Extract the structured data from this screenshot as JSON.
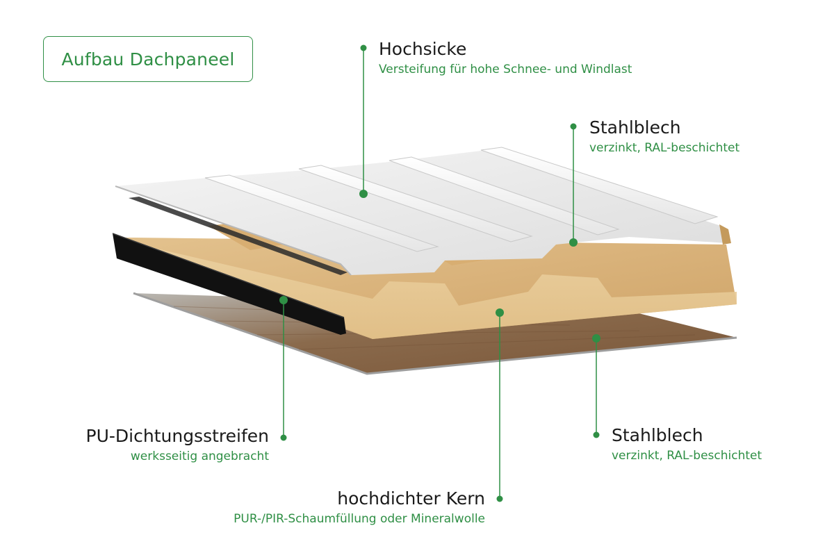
{
  "title": "Aufbau Dachpaneel",
  "accent_color": "#2f8f45",
  "callouts": {
    "hochsicke": {
      "title": "Hochsicke",
      "subtitle": "Versteifung für hohe Schnee- und Windlast"
    },
    "stahlblech_top": {
      "title": "Stahlblech",
      "subtitle": "verzinkt, RAL-beschichtet"
    },
    "pu_dichtung": {
      "title": "PU-Dichtungsstreifen",
      "subtitle": "werksseitig angebracht"
    },
    "stahlblech_bottom": {
      "title": "Stahlblech",
      "subtitle": "verzinkt, RAL-beschichtet"
    },
    "kern": {
      "title": "hochdichter Kern",
      "subtitle": "PUR-/PIR-Schaumfüllung oder Mineralwolle"
    }
  }
}
